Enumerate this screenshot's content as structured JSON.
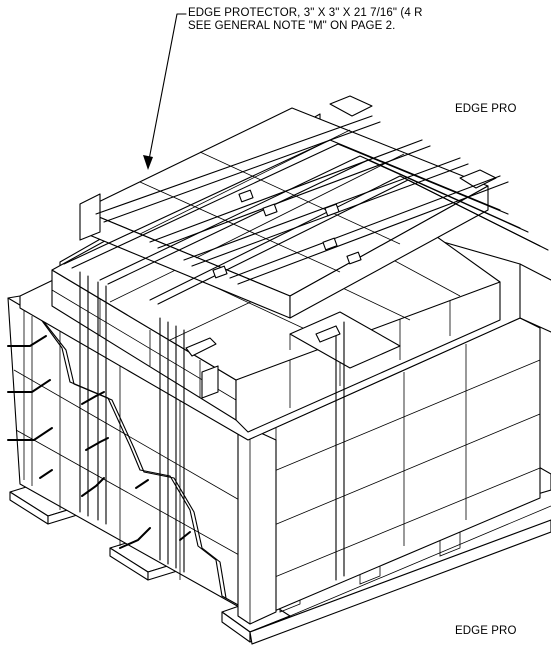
{
  "callouts": {
    "edge_protector_top_line1": "EDGE PROTECTOR, 3\" X 3\" X 21 7/16\" (4 R",
    "edge_protector_top_line2": "SEE GENERAL NOTE \"M\" ON PAGE 2.",
    "edge_protector_mid": "EDGE PRO",
    "edge_protector_bottom": "EDGE PRO"
  },
  "colors": {
    "line": "#000000",
    "background": "#ffffff"
  }
}
